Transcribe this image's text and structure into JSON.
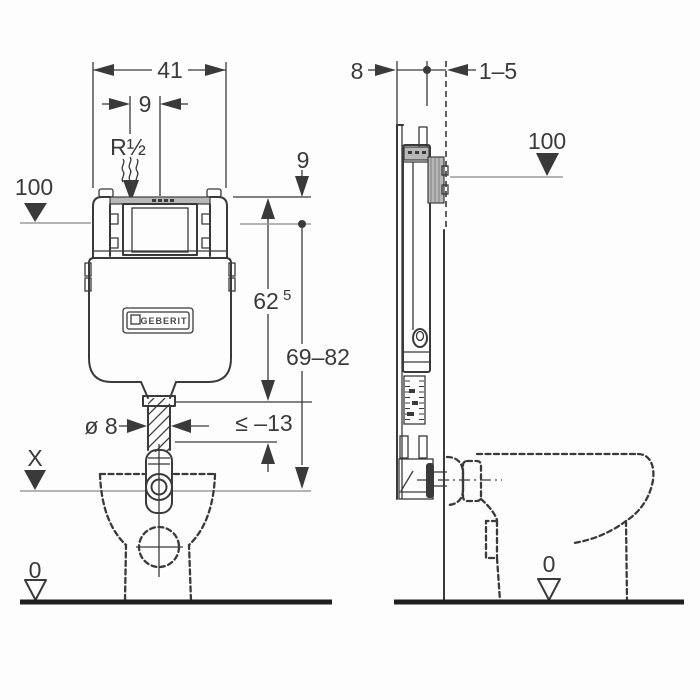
{
  "front_view": {
    "dim_width": "41",
    "dim_supply_offset": "9",
    "supply_thread": "R½",
    "level_100_label": "100",
    "dim_cover_depth": "9",
    "dim_body_height": "62",
    "dim_body_height_sup": "5",
    "dim_install_height": "69–82",
    "dim_pipe_diameter": "ø 8",
    "dim_pipe_cut": "≤ –13",
    "level_x_label": "X",
    "level_zero_label": "0",
    "logo_text": "GEBERIT"
  },
  "side_view": {
    "dim_frame_depth": "8",
    "dim_wall_finish": "1–5",
    "level_100_label": "100",
    "level_zero_label": "0"
  }
}
